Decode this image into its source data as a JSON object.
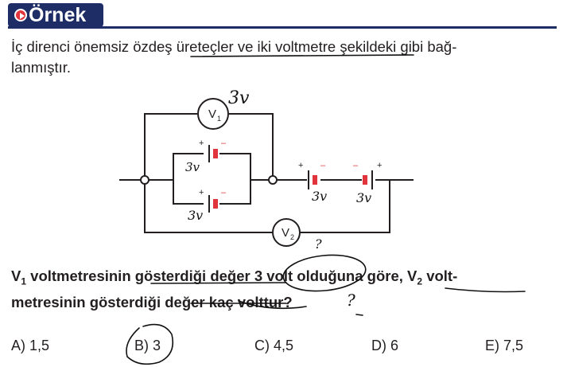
{
  "header": {
    "title": "Örnek"
  },
  "intro": {
    "line1": "İç direnci önemsiz özdeş üreteçler ve iki voltmetre şekildeki gibi bağ-",
    "line2": "lanmıştır."
  },
  "circuit": {
    "voltmeter1": {
      "label": "V",
      "sub": "1"
    },
    "voltmeter2": {
      "label": "V",
      "sub": "2"
    },
    "plus": "+",
    "minus": "–"
  },
  "handwriting": {
    "v1_note": "3v",
    "top_cell_note": "3v",
    "bottom_cell_note": "3v",
    "series_cell1_note": "3v",
    "series_cell2_note": "3v",
    "v2_note": "?",
    "question_note": "?",
    "ink_color": "#111111"
  },
  "question": {
    "line1_pre": "V",
    "line1_sub": "1",
    "line1_mid": " voltmetresinin gösterdiği değer 3 volt olduğuna göre, V",
    "line1_sub2": "2",
    "line1_post": " volt-",
    "line2": "metresinin gösterdiği değer kaç volttur?"
  },
  "choices": [
    {
      "label": "A) 1,5"
    },
    {
      "label": "B) 3"
    },
    {
      "label": "C) 4,5"
    },
    {
      "label": "D) 6"
    },
    {
      "label": "E) 7,5"
    }
  ],
  "colors": {
    "header_bg": "#1f2d67",
    "accent_red": "#e2343c",
    "text": "#231f20"
  }
}
